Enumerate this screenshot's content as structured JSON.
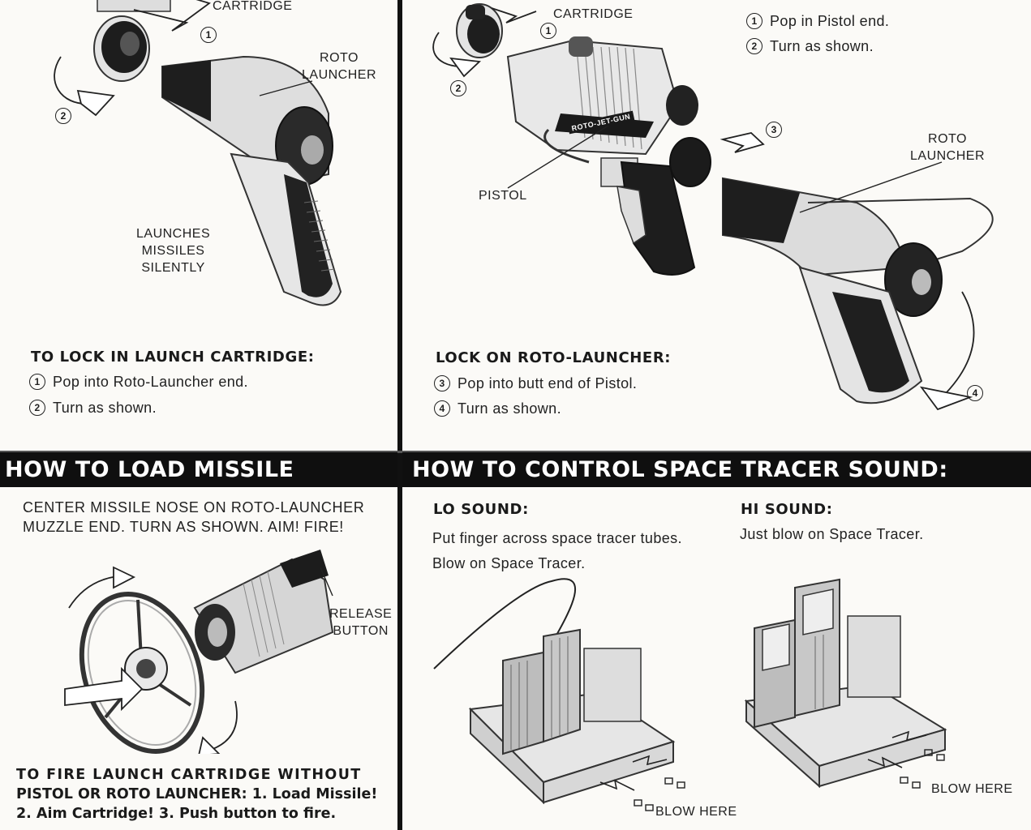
{
  "panel_top_left": {
    "label_cartridge": "CARTRIDGE",
    "label_roto_launcher": [
      "ROTO",
      "LAUNCHER"
    ],
    "label_launches": [
      "LAUNCHES",
      "MISSILES",
      "SILENTLY"
    ],
    "step_marker_1": "1",
    "step_marker_2": "2",
    "heading": "TO LOCK IN LAUNCH CARTRIDGE:",
    "steps": [
      {
        "num": "1",
        "text": "Pop into Roto-Launcher end."
      },
      {
        "num": "2",
        "text": "Turn as shown."
      }
    ]
  },
  "panel_top_right": {
    "label_cartridge": "CARTRIDGE",
    "label_pistol": "PISTOL",
    "label_roto_launcher": [
      "ROTO",
      "LAUNCHER"
    ],
    "gun_marking": "ROTO-JET-GUN",
    "step_marker_1": "1",
    "step_marker_2": "2",
    "step_marker_3": "3",
    "step_marker_4": "4",
    "top_steps": [
      {
        "num": "1",
        "text": "Pop in Pistol end."
      },
      {
        "num": "2",
        "text": "Turn as shown."
      }
    ],
    "heading": "LOCK ON ROTO-LAUNCHER:",
    "steps": [
      {
        "num": "3",
        "text": "Pop into butt end of Pistol."
      },
      {
        "num": "4",
        "text": "Turn as shown."
      }
    ]
  },
  "panel_bottom_left": {
    "banner": "HOW TO LOAD MISSILE",
    "instructions": [
      "CENTER MISSILE NOSE ON ROTO-LAUNCHER",
      "MUZZLE END. TURN AS SHOWN. AIM! FIRE!"
    ],
    "label_release": [
      "RELEASE",
      "BUTTON"
    ],
    "fire_text": [
      "TO FIRE LAUNCH CARTRIDGE WITHOUT",
      "PISTOL OR ROTO LAUNCHER: 1. Load Missile!",
      "2. Aim Cartridge! 3. Push button to fire."
    ]
  },
  "panel_bottom_right": {
    "banner": "HOW TO CONTROL SPACE TRACER SOUND:",
    "lo_heading": "LO SOUND:",
    "lo_text": [
      "Put finger across space tracer tubes.",
      "Blow on Space Tracer."
    ],
    "hi_heading": "HI SOUND:",
    "hi_text": [
      "Just blow on Space Tracer."
    ],
    "blow_label_left": "BLOW HERE",
    "blow_label_right": "BLOW HERE"
  }
}
